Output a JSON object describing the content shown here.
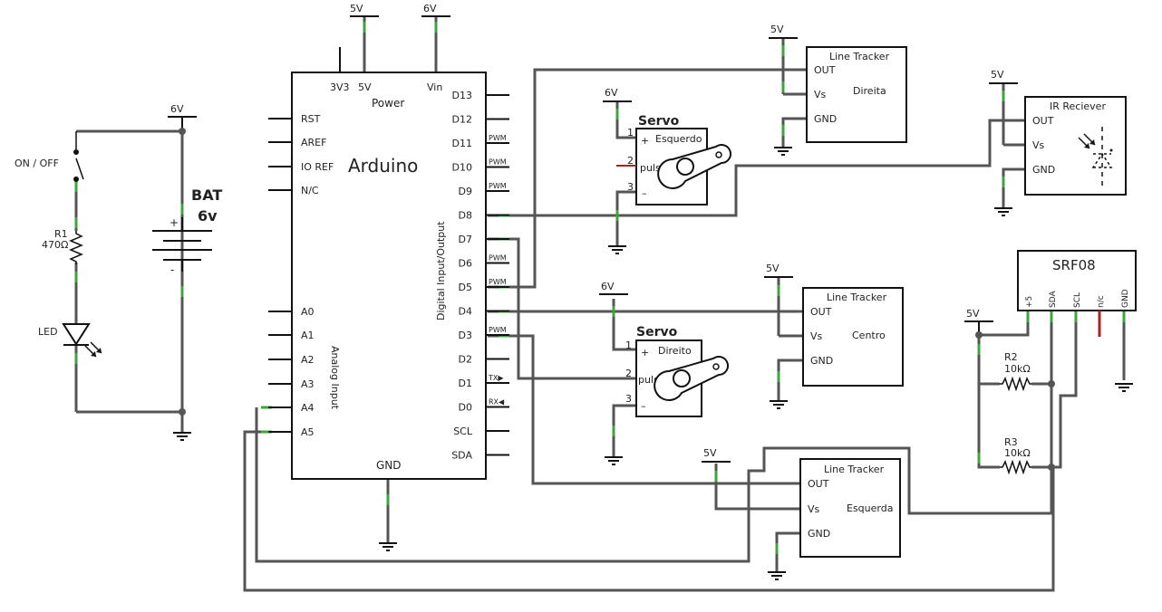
{
  "battery": {
    "label": "BAT",
    "voltage": "6v",
    "plus": "+",
    "minus": "-",
    "rail": "6V"
  },
  "switch": {
    "label": "ON / OFF"
  },
  "resistor_r1": {
    "name": "R1",
    "value": "470Ω"
  },
  "led": {
    "label": "LED"
  },
  "arduino": {
    "title": "Arduino",
    "power_label": "Power",
    "power_pins": [
      "3V3",
      "5V",
      "Vin"
    ],
    "rails": [
      "5V",
      "6V"
    ],
    "left_pins": [
      "RST",
      "AREF",
      "IO REF",
      "N/C",
      "A0",
      "A1",
      "A2",
      "A3",
      "A4",
      "A5"
    ],
    "analog_label": "Analog Input",
    "digital_label": "Digital Input/Output",
    "right_pins": [
      "D13",
      "D12",
      "D11",
      "D10",
      "D9",
      "D8",
      "D7",
      "D6",
      "D5",
      "D4",
      "D3",
      "D2",
      "D1",
      "D0",
      "SCL",
      "SDA"
    ],
    "pwm": "PWM",
    "tx": "TX",
    "rx": "RX",
    "gnd": "GND"
  },
  "servo_top": {
    "title": "Servo",
    "name": "Esquerdo",
    "rail": "6V",
    "plus": "+",
    "minus": "–",
    "pulse": "pulse",
    "pins": [
      "1",
      "2",
      "3"
    ]
  },
  "servo_mid": {
    "title": "Servo",
    "name": "Direito",
    "rail": "6V",
    "plus": "+",
    "minus": "–",
    "pulse": "pulse",
    "pins": [
      "1",
      "2",
      "3"
    ]
  },
  "tracker_right": {
    "title": "Line Tracker",
    "name": "Direita",
    "rail": "5V",
    "pins": [
      "OUT",
      "Vs",
      "GND"
    ]
  },
  "tracker_center": {
    "title": "Line Tracker",
    "name": "Centro",
    "rail": "5V",
    "pins": [
      "OUT",
      "Vs",
      "GND"
    ]
  },
  "tracker_left": {
    "title": "Line Tracker",
    "name": "Esquerda",
    "rail": "5V",
    "pins": [
      "OUT",
      "Vs",
      "GND"
    ]
  },
  "ir_receiver": {
    "title": "IR Reciever",
    "rail": "5V",
    "pins": [
      "OUT",
      "Vs",
      "GND"
    ]
  },
  "srf08": {
    "title": "SRF08",
    "rail": "5V",
    "pins": [
      "+5",
      "SDA",
      "SCL",
      "n/c",
      "GND"
    ]
  },
  "resistor_r2": {
    "name": "R2",
    "value": "10kΩ"
  },
  "resistor_r3": {
    "name": "R3",
    "value": "10kΩ"
  }
}
